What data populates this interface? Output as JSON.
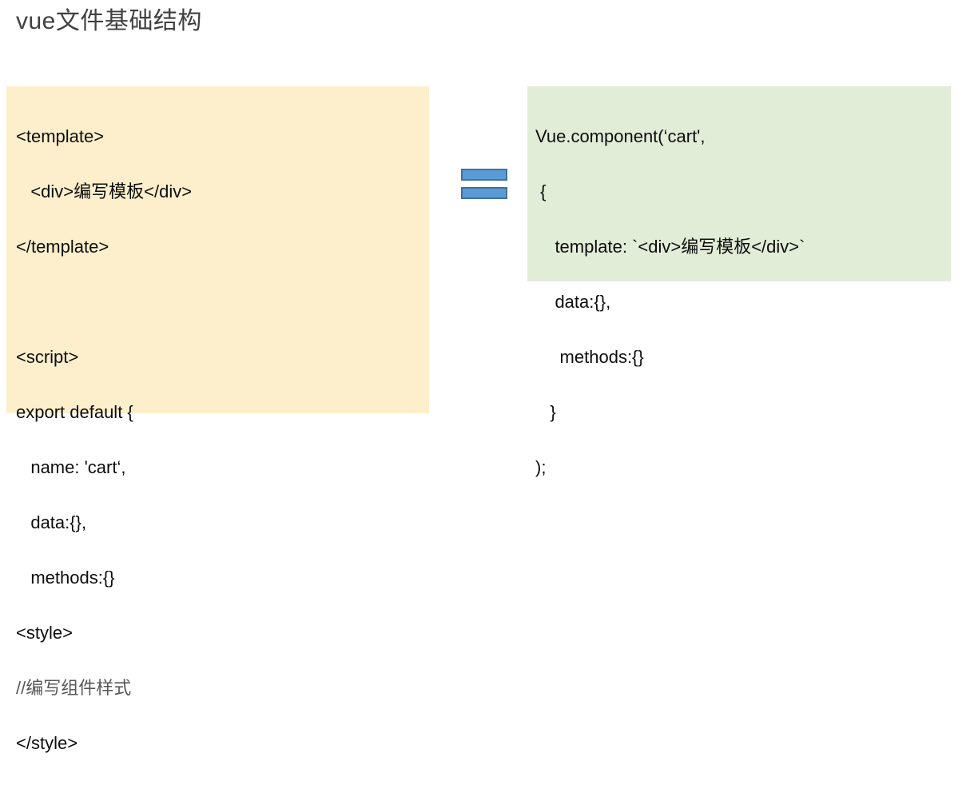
{
  "slide": {
    "title": "vue文件基础结构",
    "background_color": "#ffffff"
  },
  "left_panel": {
    "name": "single-file-component-code",
    "background_color": "#fdefcc",
    "lines": [
      "<template>",
      "   <div>编写模板</div>",
      "</template>",
      "",
      "<script>",
      "export default {",
      "   name: 'cart‘,",
      "   data:{},",
      "   methods:{}",
      "<style>",
      "//编写组件样式",
      "</style>"
    ]
  },
  "equals_symbol": {
    "name": "equals-sign",
    "fill_color": "#5b9bd5",
    "border_color": "#41719c",
    "bars": 2
  },
  "right_panel": {
    "name": "global-component-code",
    "background_color": "#e2edd8",
    "lines": [
      "Vue.component(‘cart',",
      " {",
      "    template: `<div>编写模板</div>`",
      "    data:{},",
      "     methods:{}",
      "   }",
      ");"
    ]
  }
}
